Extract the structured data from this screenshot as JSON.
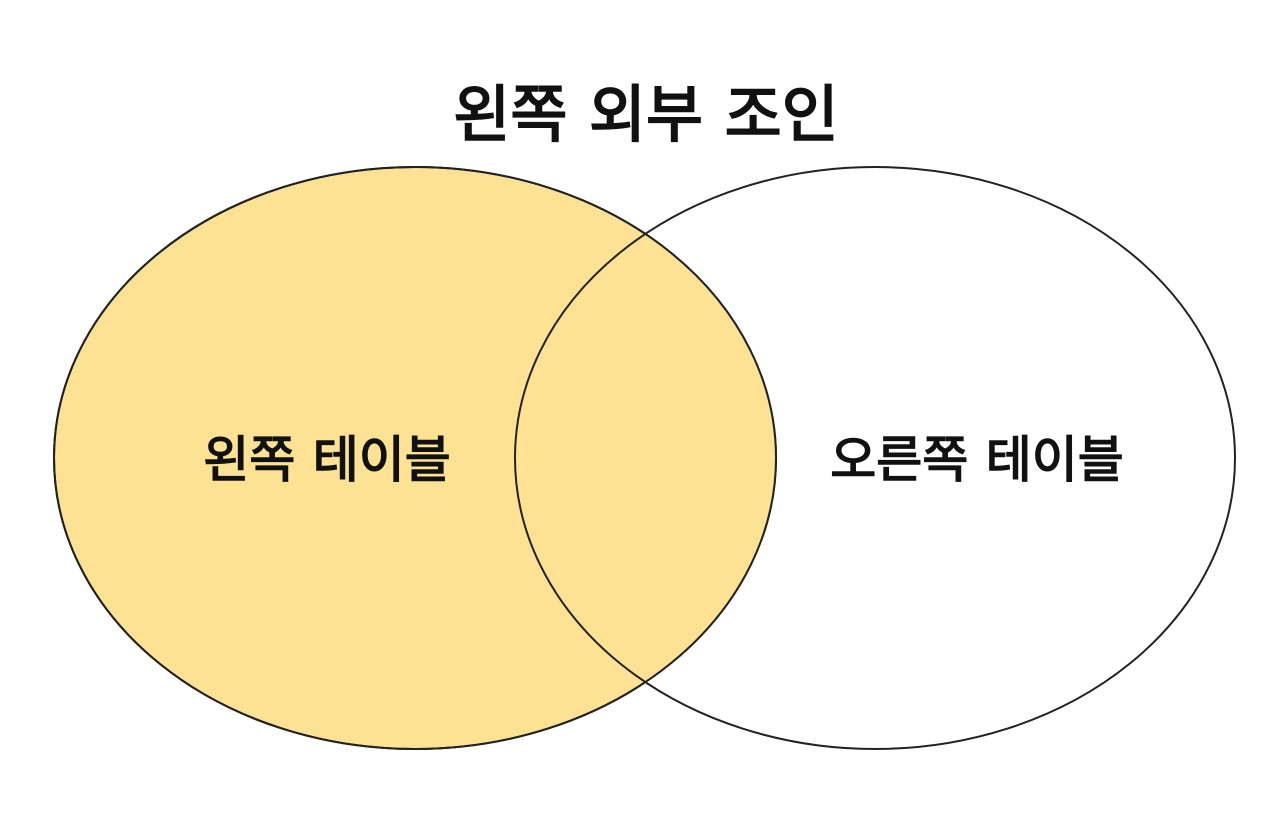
{
  "title": "왼쪽 외부 조인",
  "sets": {
    "left": {
      "label": "왼쪽 테이블",
      "fill": "#FDE293",
      "highlighted": true
    },
    "right": {
      "label": "오른쪽 테이블",
      "fill": "#FFFFFF",
      "highlighted": false
    }
  },
  "colors": {
    "outline": "#222222",
    "text": "#111111",
    "background": "#FFFFFF"
  }
}
